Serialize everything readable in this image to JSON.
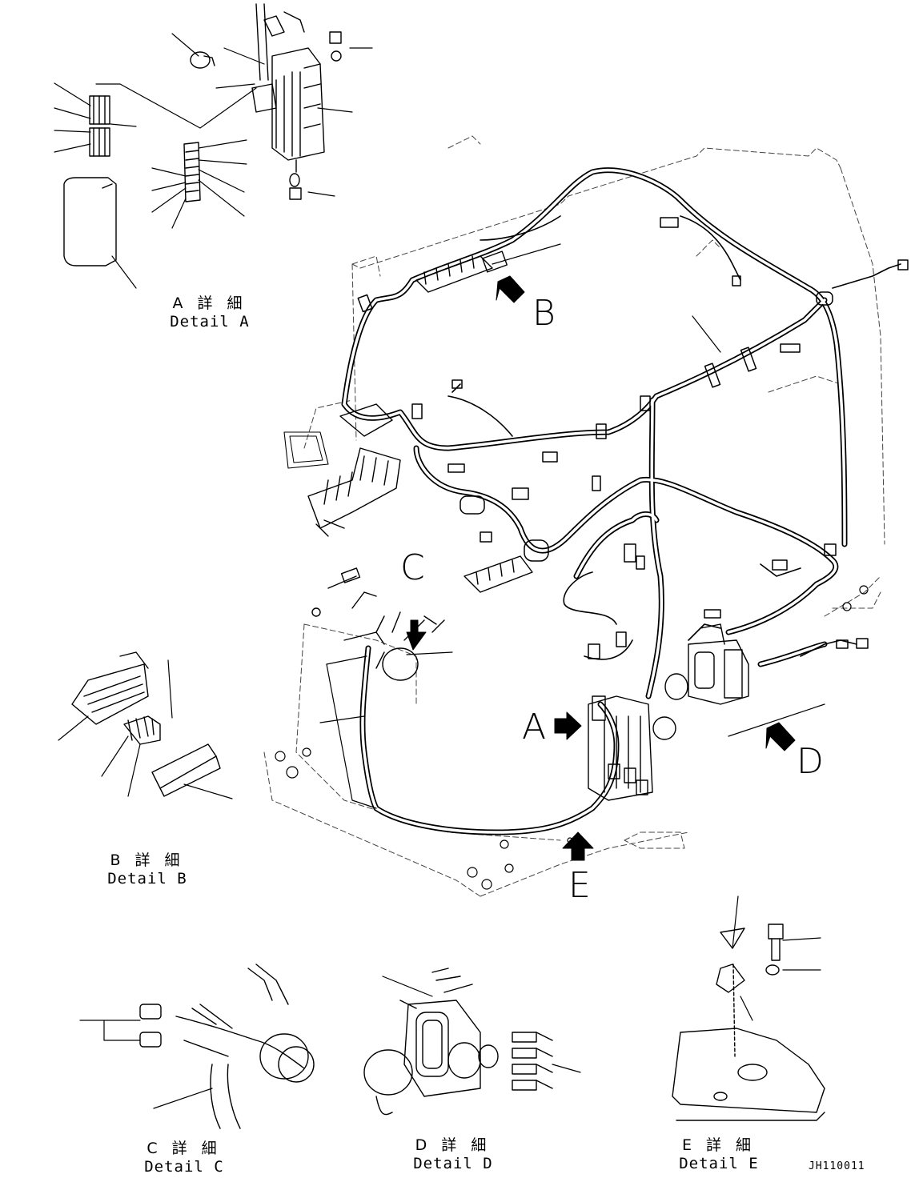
{
  "details": [
    {
      "id": "A",
      "title_jp": "A 詳 細",
      "title_en": "Detail A"
    },
    {
      "id": "B",
      "title_jp": "B 詳 細",
      "title_en": "Detail B"
    },
    {
      "id": "C",
      "title_jp": "C 詳 細",
      "title_en": "Detail C"
    },
    {
      "id": "D",
      "title_jp": "D 詳 細",
      "title_en": "Detail D"
    },
    {
      "id": "E",
      "title_jp": "E 詳 細",
      "title_en": "Detail E"
    }
  ],
  "callouts": {
    "a": "A",
    "b": "B",
    "c": "C",
    "d": "D",
    "e": "E"
  },
  "drawing_code": "JH110011",
  "colors": {
    "ink": "#000000",
    "paper": "#ffffff",
    "phantom": "#555555"
  }
}
